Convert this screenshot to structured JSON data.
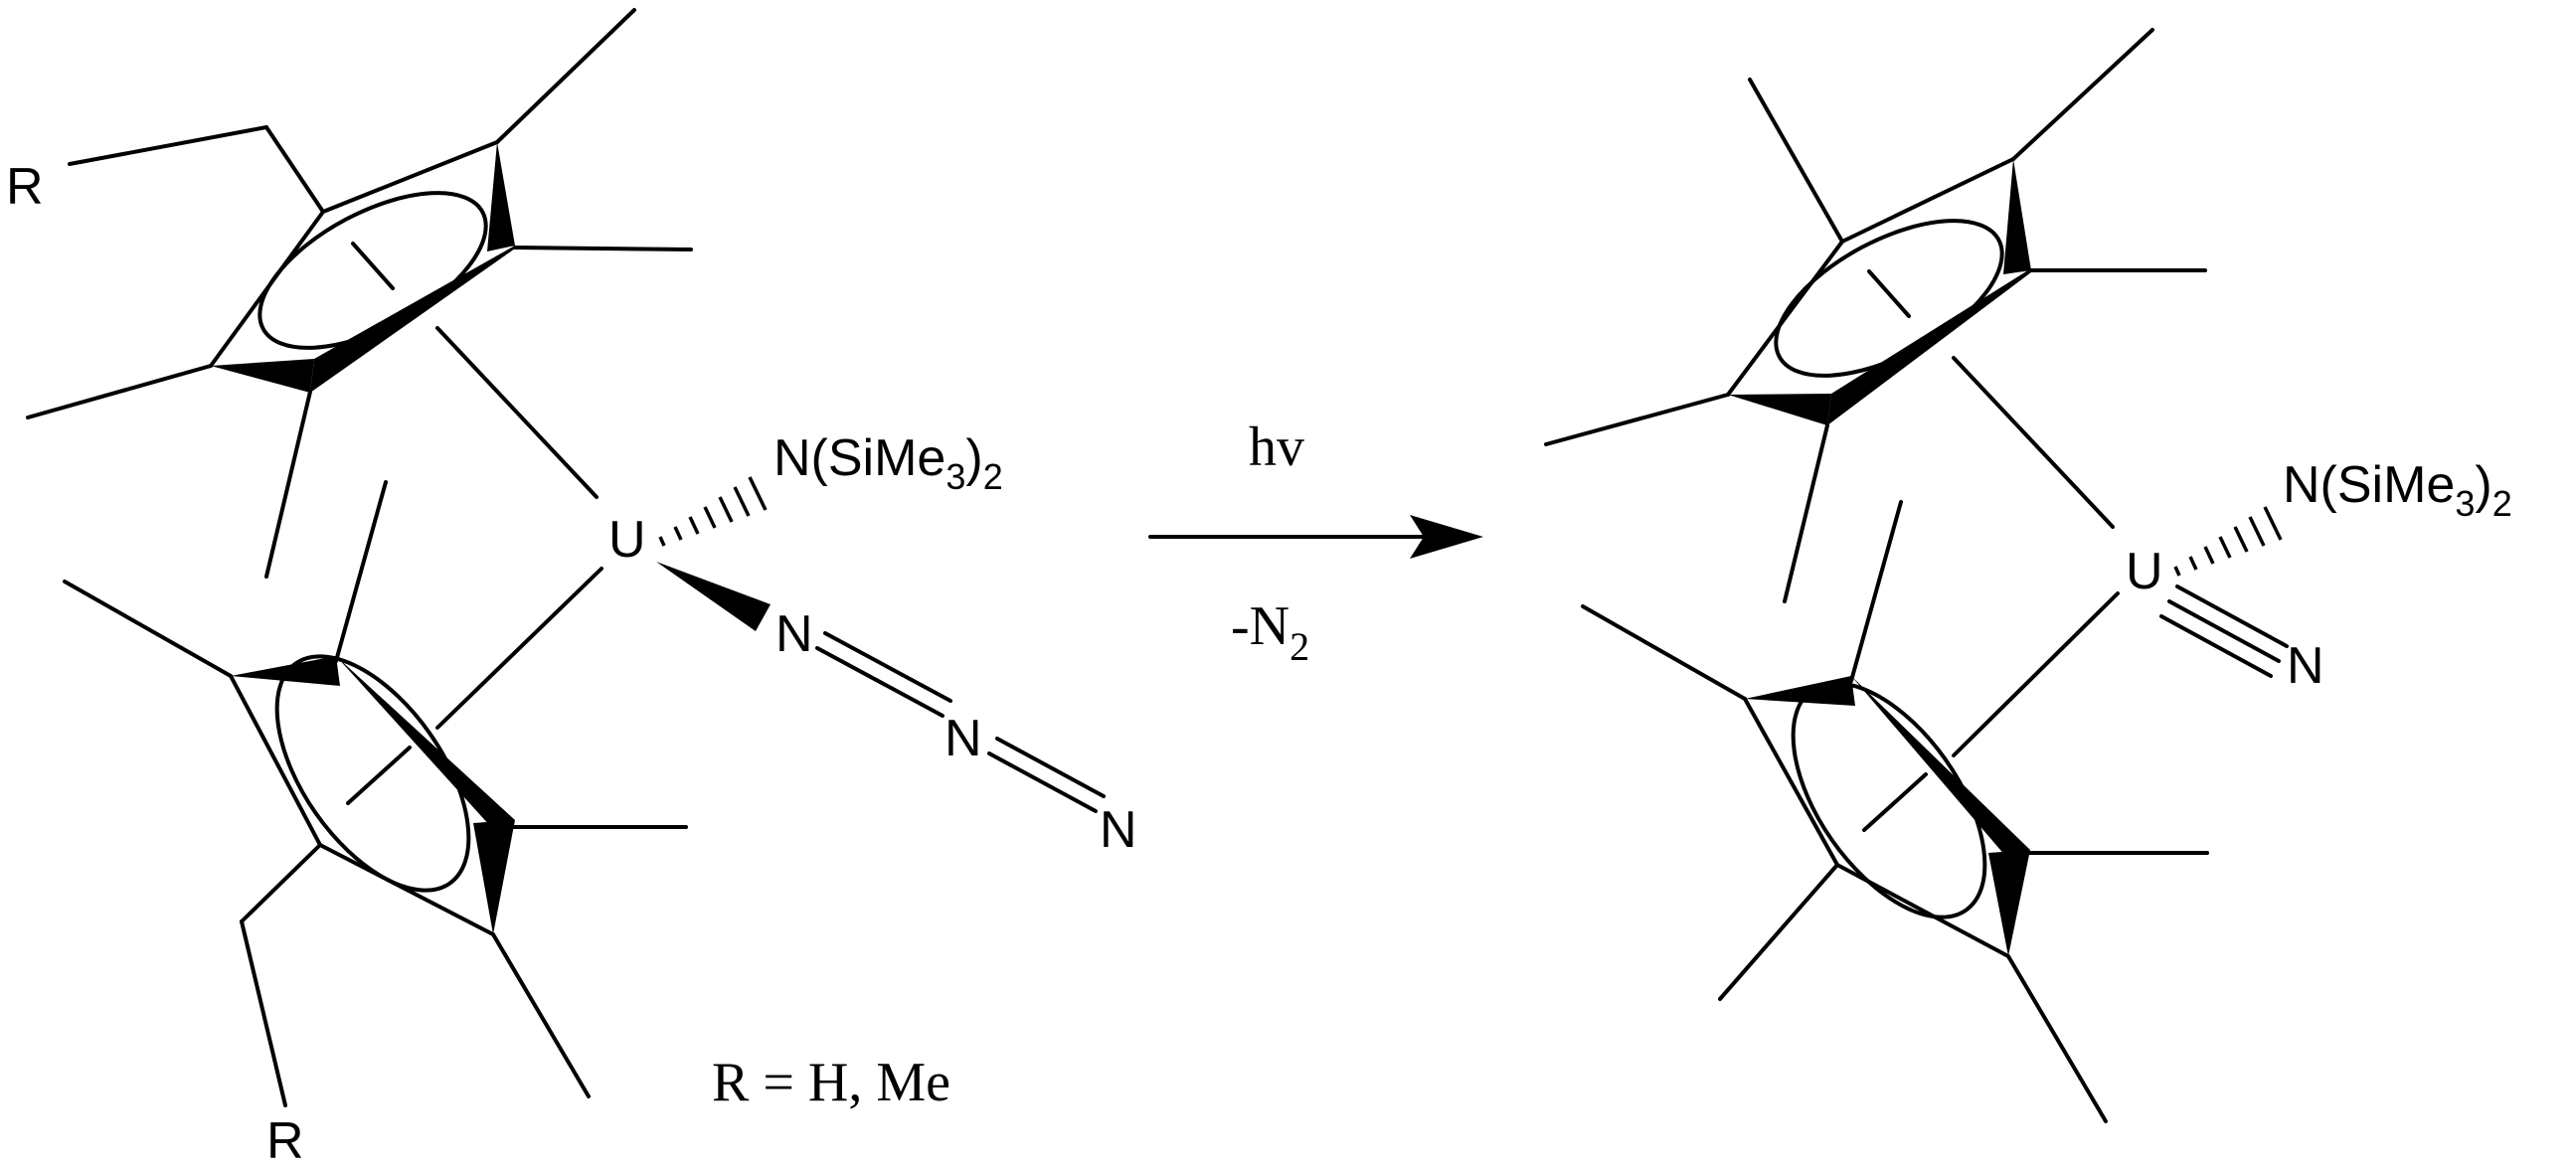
{
  "reactant": {
    "r_top": "R",
    "r_bottom": "R",
    "metal": "U",
    "amide_label_prefix": "N(SiMe",
    "amide_label_sub": "3",
    "amide_label_close": ")",
    "amide_label_sub2": "2",
    "azide_n1": "N",
    "azide_n2": "N",
    "azide_n3": "N",
    "substituent_note": "R = H, Me"
  },
  "conditions": {
    "above": "hv",
    "below_prefix": "-N",
    "below_sub": "2"
  },
  "product": {
    "metal": "U",
    "amide_label_prefix": "N(SiMe",
    "amide_label_sub": "3",
    "amide_label_close": ")",
    "amide_label_sub2": "2",
    "nitride": "N"
  },
  "colors": {
    "ink": "#000000",
    "background": "#ffffff"
  }
}
